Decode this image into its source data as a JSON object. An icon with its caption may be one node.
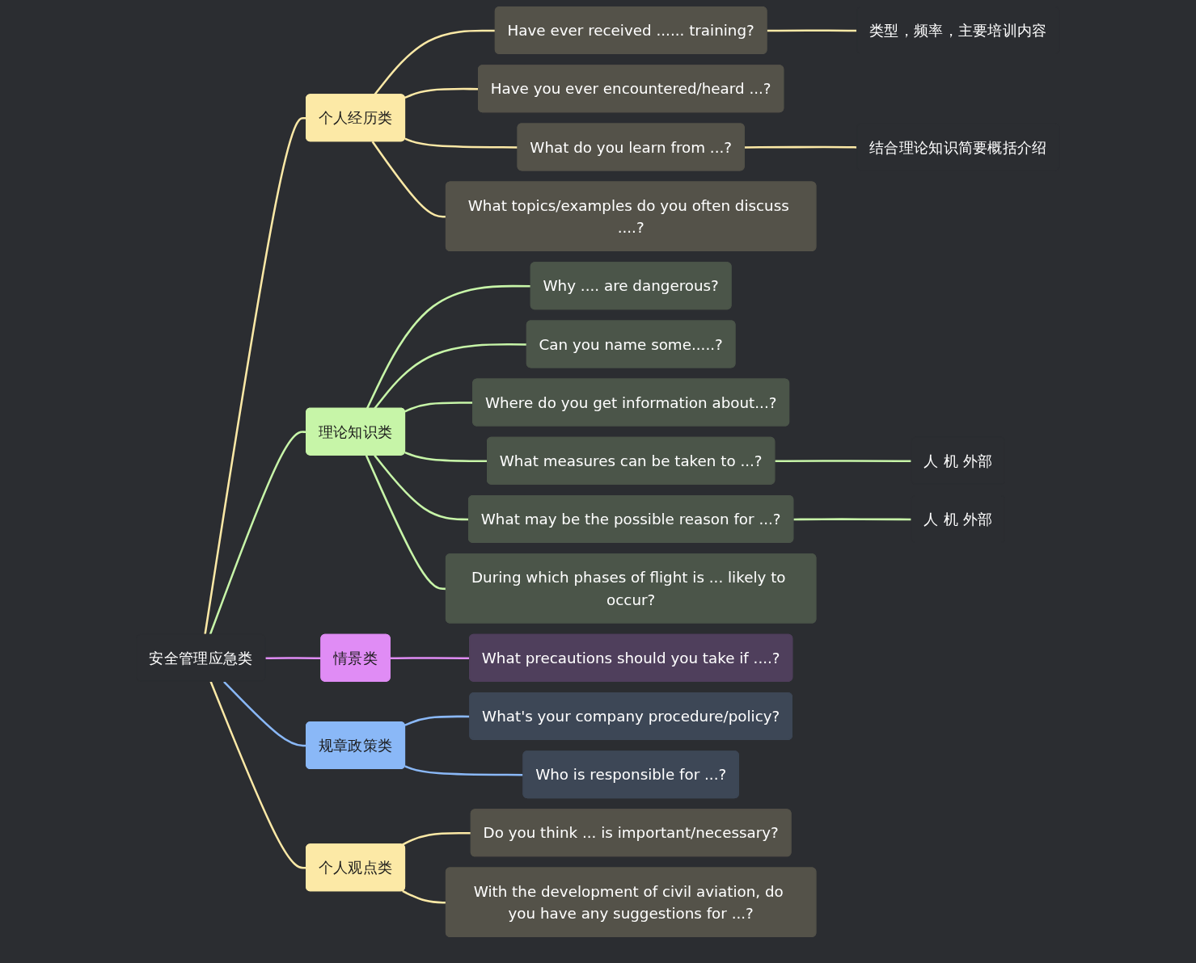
{
  "diagram": {
    "nodes": [
      {
        "text": [
          "安全管理应急类"
        ]
      },
      {
        "text": [
          "个人经历类"
        ]
      },
      {
        "text": [
          "Have ever received ...... training?"
        ]
      },
      {
        "text": [
          "类型，频率，主要培训内容"
        ]
      },
      {
        "text": [
          "Have you ever encountered/heard ...?"
        ]
      },
      {
        "text": [
          "What do you learn from ...?"
        ]
      },
      {
        "text": [
          "结合理论知识简要概括介绍"
        ]
      },
      {
        "text": [
          "What topics/examples do you often discuss ....?"
        ]
      },
      {
        "text": [
          "理论知识类"
        ]
      },
      {
        "text": [
          "Why .... are dangerous?"
        ]
      },
      {
        "text": [
          "Can you name some.....?"
        ]
      },
      {
        "text": [
          "Where do you get information about...?"
        ]
      },
      {
        "text": [
          "What measures can be taken to ...?"
        ]
      },
      {
        "text": [
          "人 机 外部"
        ]
      },
      {
        "text": [
          "What may be the possible reason for ...?"
        ]
      },
      {
        "text": [
          "人 机 外部"
        ]
      },
      {
        "text": [
          "During which phases of flight is ... likely to occur?"
        ]
      },
      {
        "text": [
          "情景类"
        ]
      },
      {
        "text": [
          "What precautions should you take if ....?"
        ]
      },
      {
        "text": [
          "规章政策类"
        ]
      },
      {
        "text": [
          "What's your company procedure/policy?"
        ]
      },
      {
        "text": [
          "Who is responsible for ...?"
        ]
      },
      {
        "text": [
          "个人观点类"
        ]
      },
      {
        "text": [
          "Do you think ... is important/necessary?"
        ]
      },
      {
        "text": [
          "With the development of civil aviation, do you have any suggestions for ...?"
        ]
      }
    ],
    "edges": [
      {
        "from": 0,
        "to": 1,
        "arrow": "none",
        "color": "#fce9a6"
      },
      {
        "from": 1,
        "to": 2,
        "arrow": "none",
        "color": "#fce9a6"
      },
      {
        "from": 2,
        "to": 3,
        "arrow": "none",
        "color": "#fce9a6"
      },
      {
        "from": 1,
        "to": 4,
        "arrow": "none",
        "color": "#fce9a6"
      },
      {
        "from": 1,
        "to": 5,
        "arrow": "none",
        "color": "#fce9a6"
      },
      {
        "from": 5,
        "to": 6,
        "arrow": "none",
        "color": "#fce9a6"
      },
      {
        "from": 1,
        "to": 7,
        "arrow": "none",
        "color": "#fce9a6"
      },
      {
        "from": 0,
        "to": 8,
        "arrow": "none",
        "color": "#c7f5a8"
      },
      {
        "from": 8,
        "to": 9,
        "arrow": "none",
        "color": "#c7f5a8"
      },
      {
        "from": 8,
        "to": 10,
        "arrow": "none",
        "color": "#c7f5a8"
      },
      {
        "from": 8,
        "to": 11,
        "arrow": "none",
        "color": "#c7f5a8"
      },
      {
        "from": 8,
        "to": 12,
        "arrow": "none",
        "color": "#c7f5a8"
      },
      {
        "from": 12,
        "to": 13,
        "arrow": "none",
        "color": "#c7f5a8"
      },
      {
        "from": 8,
        "to": 14,
        "arrow": "none",
        "color": "#c7f5a8"
      },
      {
        "from": 14,
        "to": 15,
        "arrow": "none",
        "color": "#c7f5a8"
      },
      {
        "from": 8,
        "to": 16,
        "arrow": "none",
        "color": "#c7f5a8"
      },
      {
        "from": 0,
        "to": 17,
        "arrow": "none",
        "color": "#e08cf5"
      },
      {
        "from": 17,
        "to": 18,
        "arrow": "none",
        "color": "#e08cf5"
      },
      {
        "from": 0,
        "to": 19,
        "arrow": "none",
        "color": "#8ab8f7"
      },
      {
        "from": 19,
        "to": 20,
        "arrow": "none",
        "color": "#8ab8f7"
      },
      {
        "from": 19,
        "to": 21,
        "arrow": "none",
        "color": "#8ab8f7"
      },
      {
        "from": 0,
        "to": 22,
        "arrow": "none",
        "color": "#fce9a6"
      },
      {
        "from": 22,
        "to": 23,
        "arrow": "none",
        "color": "#fce9a6"
      },
      {
        "from": 22,
        "to": 24,
        "arrow": "none",
        "color": "#fce9a6"
      }
    ]
  }
}
